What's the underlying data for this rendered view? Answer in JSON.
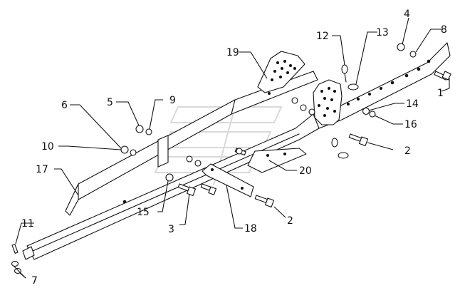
{
  "callouts": {
    "c1": "1",
    "c2a": "2",
    "c2b": "2",
    "c3": "3",
    "c4": "4",
    "c5": "5",
    "c6": "6",
    "c7": "7",
    "c8": "8",
    "c9": "9",
    "c10": "10",
    "c11": "11",
    "c12": "12",
    "c13": "13",
    "c14": "14",
    "c15": "15",
    "c16": "16",
    "c17": "17",
    "c18": "18",
    "c19": "19",
    "c20": "20"
  },
  "colors": {
    "ink": "#111111",
    "paper": "#ffffff",
    "watermark": "#d9d9d9"
  }
}
